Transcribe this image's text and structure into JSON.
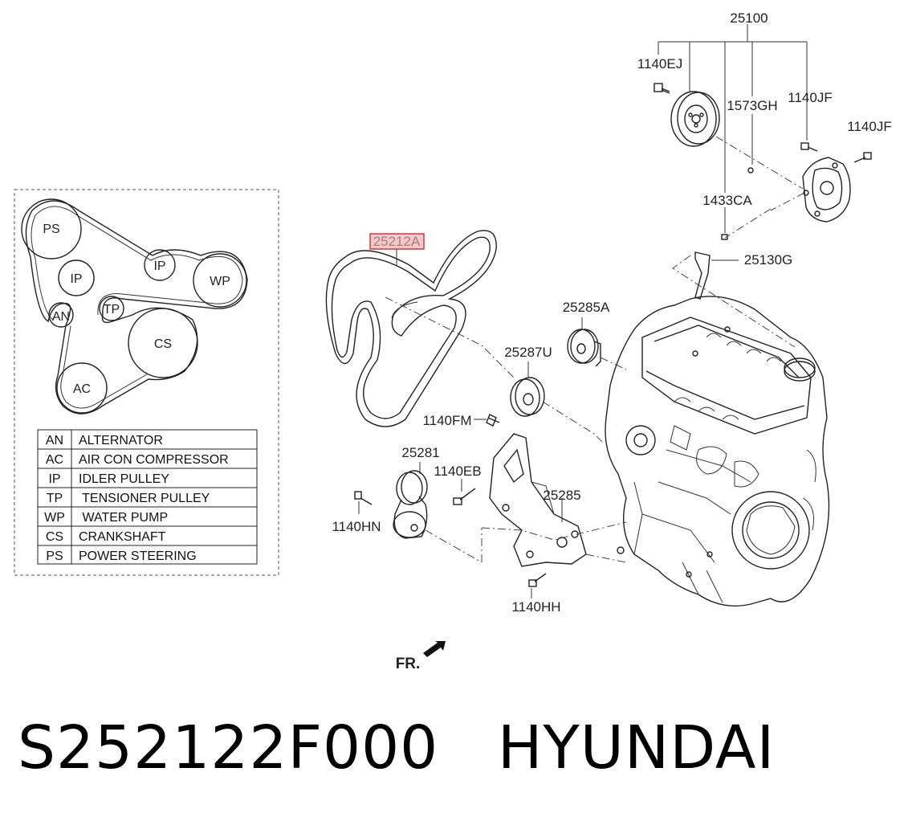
{
  "callouts": {
    "c25100": "25100",
    "c1140EJ": "1140EJ",
    "c1573GH": "1573GH",
    "c1140JF_a": "1140JF",
    "c1140JF_b": "1140JF",
    "c1433CA": "1433CA",
    "c25130G": "25130G",
    "c25212A": "25212A",
    "c25285A": "25285A",
    "c25287U": "25287U",
    "c1140FM": "1140FM",
    "c25281": "25281",
    "c1140EB": "1140EB",
    "c25285": "25285",
    "c1140HN": "1140HN",
    "c1140HH": "1140HH",
    "front": "FR."
  },
  "belt_diagram": {
    "pulleys": {
      "PS": "PS",
      "IP1": "IP",
      "IP2": "IP",
      "WP": "WP",
      "AN": "AN",
      "TP": "TP",
      "CS": "CS",
      "AC": "AC"
    }
  },
  "legend": [
    {
      "code": "AN",
      "name": "ALTERNATOR"
    },
    {
      "code": "AC",
      "name": "AIR CON COMPRESSOR"
    },
    {
      "code": "IP",
      "name": "IDLER PULLEY"
    },
    {
      "code": "TP",
      "name": " TENSIONER PULLEY"
    },
    {
      "code": "WP",
      "name": " WATER PUMP"
    },
    {
      "code": "CS",
      "name": "CRANKSHAFT"
    },
    {
      "code": "PS",
      "name": "POWER STEERING"
    }
  ],
  "footer": {
    "part_number": "S252122F000",
    "brand": "HYUNDAI"
  },
  "colors": {
    "highlight_fill": "#f4c9c9",
    "highlight_stroke": "#d23a3a"
  }
}
